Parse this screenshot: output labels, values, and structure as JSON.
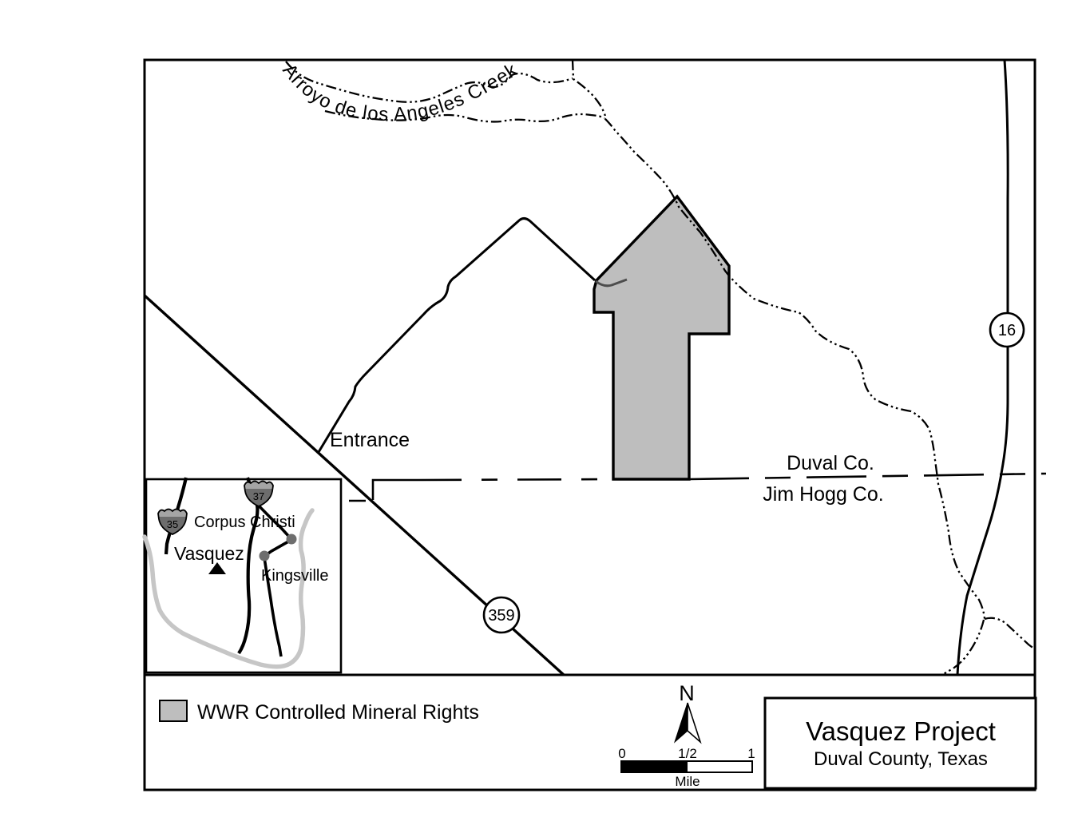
{
  "map": {
    "creek_label": "Arroyo de los Angeles Creek",
    "entrance_label": "Entrance",
    "county_line_north_label": "Duval Co.",
    "county_line_south_label": "Jim Hogg Co.",
    "highway_shield_359": "359",
    "highway_shield_16": "16"
  },
  "inset": {
    "corpus_christi_label": "Corpus Christi",
    "vasquez_label": "Vasquez",
    "kingsville_label": "Kingsville",
    "interstate_35": "35",
    "interstate_37": "37"
  },
  "legend": {
    "wwr_label": "WWR Controlled Mineral Rights"
  },
  "compass": {
    "north": "N"
  },
  "scale_bar": {
    "zero": "0",
    "half": "1/2",
    "one": "1",
    "unit": "Mile"
  },
  "title_block": {
    "title": "Vasquez Project",
    "subtitle": "Duval County, Texas"
  },
  "colors": {
    "mineral_rights_fill": "#bebebe",
    "coastline_gray": "#c6c6c6",
    "shield_body_gray": "#6d6d6d",
    "shield_crown_gray": "#a5a5a5",
    "city_dot_gray": "#6e6e6e",
    "line_black": "#000000"
  }
}
